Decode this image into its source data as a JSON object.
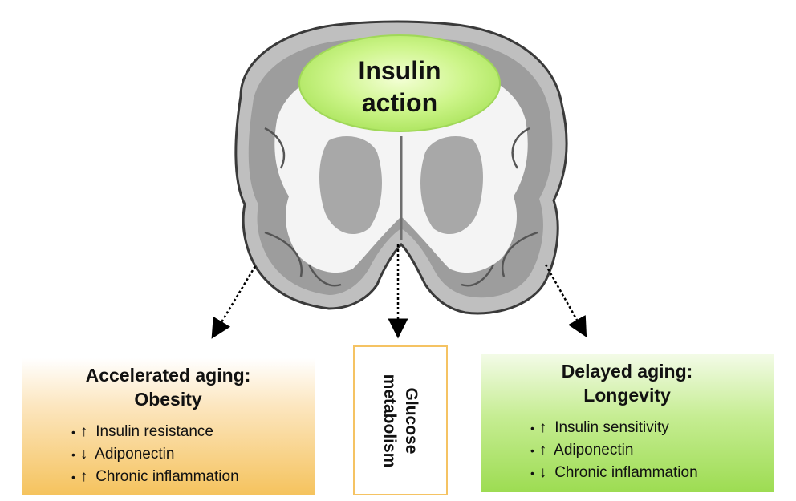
{
  "center": {
    "line1": "Insulin",
    "line2": "action"
  },
  "left_box": {
    "title_line1": "Accelerated aging:",
    "title_line2": "Obesity",
    "items": [
      {
        "arrow": "↑",
        "text": "Insulin resistance"
      },
      {
        "arrow": "↓",
        "text": "Adiponectin"
      },
      {
        "arrow": "↑",
        "text": "Chronic inflammation"
      }
    ]
  },
  "middle_box": {
    "line1": "Glucose",
    "line2": "metabolism"
  },
  "right_box": {
    "title_line1": "Delayed aging:",
    "title_line2": "Longevity",
    "items": [
      {
        "arrow": "↑",
        "text": "Insulin sensitivity"
      },
      {
        "arrow": "↑",
        "text": "Adiponectin"
      },
      {
        "arrow": "↓",
        "text": "Chronic inflammation"
      }
    ]
  },
  "colors": {
    "left_box": "#f5c35e",
    "right_box": "#9ddc52",
    "ellipse": "#bdf06e",
    "middle_border": "#f5c363"
  }
}
